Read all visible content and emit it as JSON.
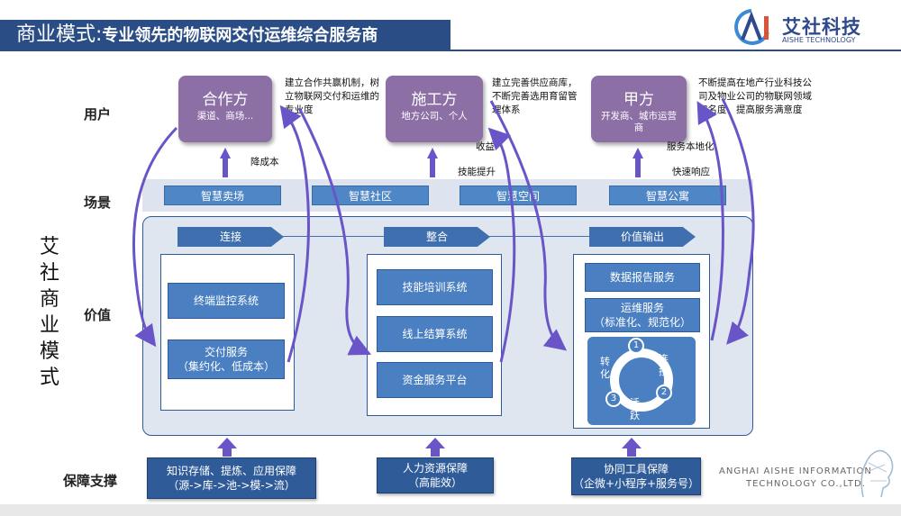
{
  "header": {
    "title_prefix": "商业模式:",
    "title_main": "专业领先的物联网交付运维综合服务商",
    "logo_name": "艾社科技",
    "logo_sub": "AISHE TECHNOLOGY"
  },
  "rows": {
    "users": "用户",
    "scenes": "场景",
    "value": "价值",
    "support": "保障支撑"
  },
  "side_title": [
    "艾",
    "社",
    "商",
    "业",
    "模",
    "式"
  ],
  "users": [
    {
      "title": "合作方",
      "sub": "渠道、商场..."
    },
    {
      "title": "施工方",
      "sub": "地方公司、个人"
    },
    {
      "title": "甲方",
      "sub": "开发商、城市运营商"
    }
  ],
  "notes": {
    "partner": "建立合作共赢机制，树立物联网交付和运维的专业度",
    "builder": "建立完善供应商库，不断完善选用育留管理体系",
    "client": "不断提高在地产行业科技公司及物业公司的物联网领域知名度，提高服务满意度"
  },
  "arrow_labels": {
    "cost": "降成本",
    "income": "收益",
    "skill": "技能提升",
    "localize": "服务本地化",
    "fast": "快速响应"
  },
  "scenes": [
    "智慧卖场",
    "智慧社区",
    "智慧空间",
    "智慧公寓"
  ],
  "stages": [
    "连接",
    "整合",
    "价值输出"
  ],
  "col1": [
    {
      "line1": "终端监控系统",
      "line2": ""
    },
    {
      "line1": "交付服务",
      "line2": "（集约化、低成本）"
    }
  ],
  "col2": [
    "技能培训系统",
    "线上结算系统",
    "资金服务平台"
  ],
  "col3": [
    {
      "line1": "数据报告服务",
      "line2": ""
    },
    {
      "line1": "运维服务",
      "line2": "（标准化、规范化）"
    }
  ],
  "cycle": {
    "n1": "1",
    "n2": "2",
    "n3": "3",
    "w1": "连接",
    "w2": "活跃",
    "w3": "转化"
  },
  "support": [
    {
      "line1": "知识存储、提炼、应用保障",
      "line2": "（源->库->池->模->流）"
    },
    {
      "line1": "人力资源保障",
      "line2": "（高能效）"
    },
    {
      "line1": "协同工具保障",
      "line2": "（企微+小程序+服务号）"
    }
  ],
  "watermark": {
    "line1": "ANGHAI AISHE INFORMATION",
    "line2": "TECHNOLOGY CO.,LTD."
  },
  "colors": {
    "header": "#2b4d86",
    "user_box": "#8c6fa5",
    "arrow": "#6a55c8",
    "button": "#4a7fc1",
    "panel": "#dfe6f0"
  }
}
